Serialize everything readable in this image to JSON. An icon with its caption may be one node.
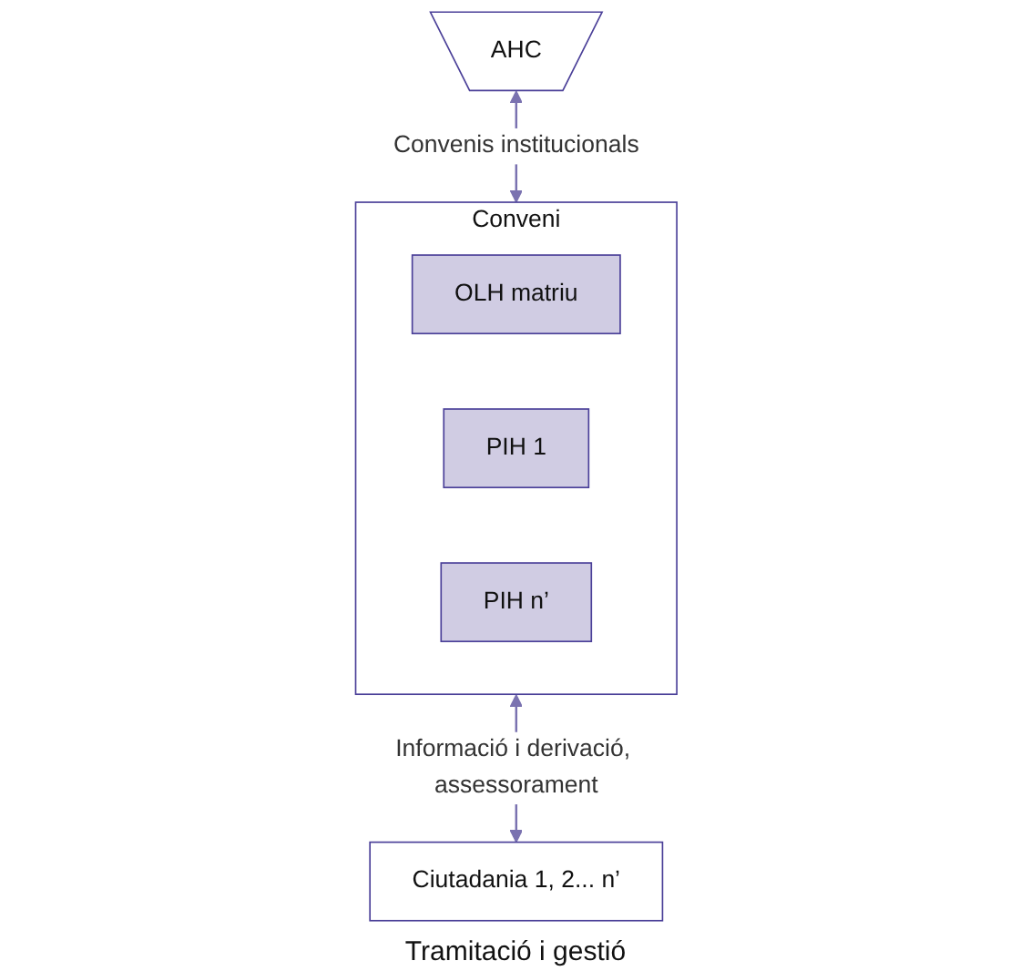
{
  "diagram": {
    "nodes": [
      {
        "text": [
          "AHC"
        ]
      },
      {
        "text": [
          "Conveni"
        ]
      },
      {
        "text": [
          "OLH matriu"
        ],
        "in": 1
      },
      {
        "text": [
          "PIH 1"
        ],
        "in": 1
      },
      {
        "text": [
          "PIH n’"
        ],
        "in": 1
      },
      {
        "text": [
          "Ciutadania 1, 2... n’"
        ]
      }
    ],
    "edges": [
      {
        "from": 0,
        "to": 1,
        "arrow": "both",
        "label": "Convenis institucionals"
      },
      {
        "from": 1,
        "to": 5,
        "arrow": "both",
        "label": "Informació i derivació, assessorament"
      }
    ],
    "labels": [
      "Tramitació i gestió"
    ]
  }
}
